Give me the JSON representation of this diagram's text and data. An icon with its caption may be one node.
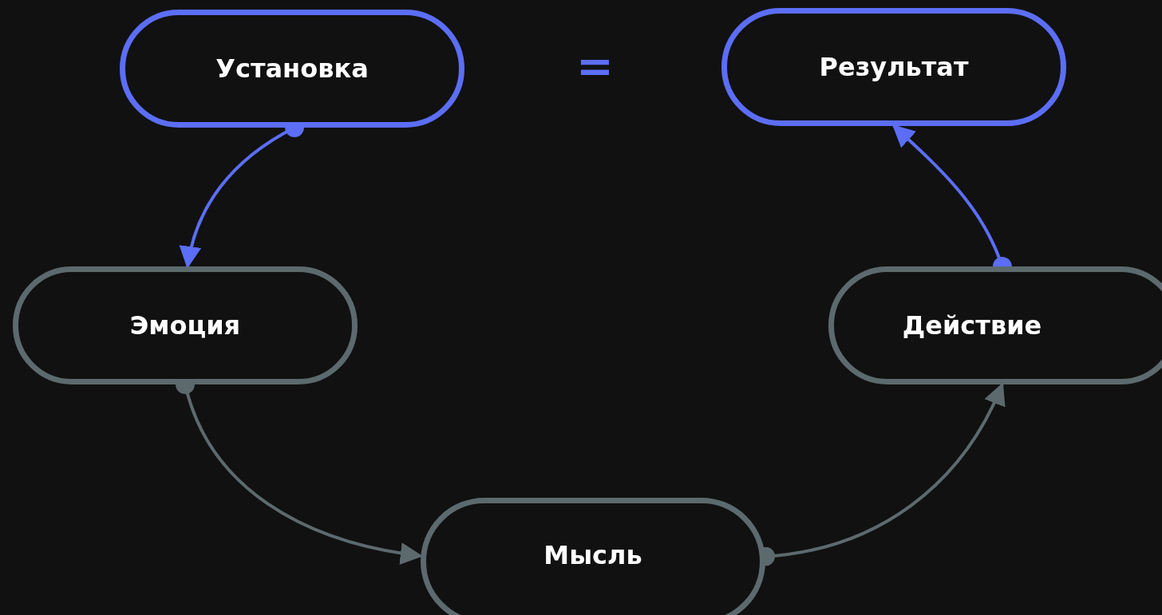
{
  "diagram": {
    "nodes": [
      {
        "text": [
          "Установка"
        ]
      },
      {
        "text": [
          "Результат"
        ]
      },
      {
        "text": [
          "Эмоция"
        ]
      },
      {
        "text": [
          "Действие"
        ]
      },
      {
        "text": [
          "Мысль"
        ]
      }
    ],
    "edges": [
      {
        "from": 0,
        "to": 2,
        "arrow": "to",
        "color": "#5b6ef5"
      },
      {
        "from": 2,
        "to": 4,
        "arrow": "to",
        "color": "#5c6a6e"
      },
      {
        "from": 4,
        "to": 3,
        "arrow": "to",
        "color": "#5c6a6e"
      },
      {
        "from": 3,
        "to": 1,
        "arrow": "to",
        "color": "#5b6ef5"
      }
    ],
    "labels": [
      "="
    ]
  }
}
